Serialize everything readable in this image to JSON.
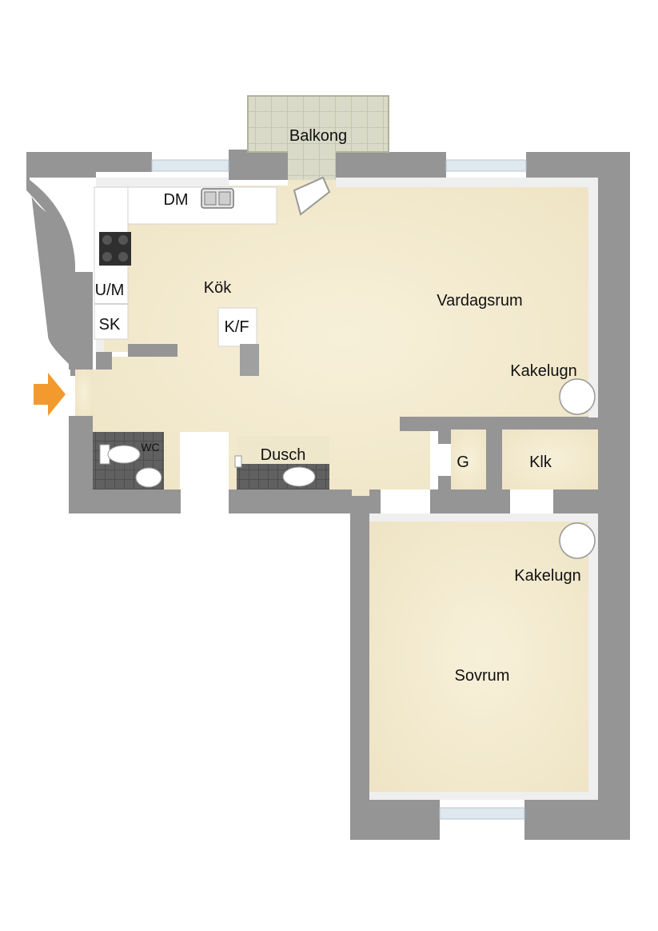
{
  "floorplan": {
    "colors": {
      "floor": "#f3ead0",
      "wall": "#959595",
      "wall_top": "#a4a4a4",
      "wall_inner": "#f2f2f2",
      "tile": "#4e4e4e",
      "balcony": "#d6d8c4",
      "entry_arrow": "#f29a2e",
      "window": "#dfe8ef"
    },
    "rooms": {
      "balkong": "Balkong",
      "dm": "DM",
      "kok": "Kök",
      "um": "U/M",
      "sk": "SK",
      "kf": "K/F",
      "vardagsrum": "Vardagsrum",
      "kakelugn_1": "Kakelugn",
      "wc": "WC",
      "dusch": "Dusch",
      "g": "G",
      "klk": "Klk",
      "kakelugn_2": "Kakelugn",
      "sovrum": "Sovrum"
    },
    "icons": [
      "entry-arrow-icon",
      "sink-icon",
      "stove-icon",
      "toilet-icon",
      "washbasin-icon",
      "shower-icon",
      "tiled-stove-icon",
      "window-icon",
      "door-icon"
    ]
  }
}
